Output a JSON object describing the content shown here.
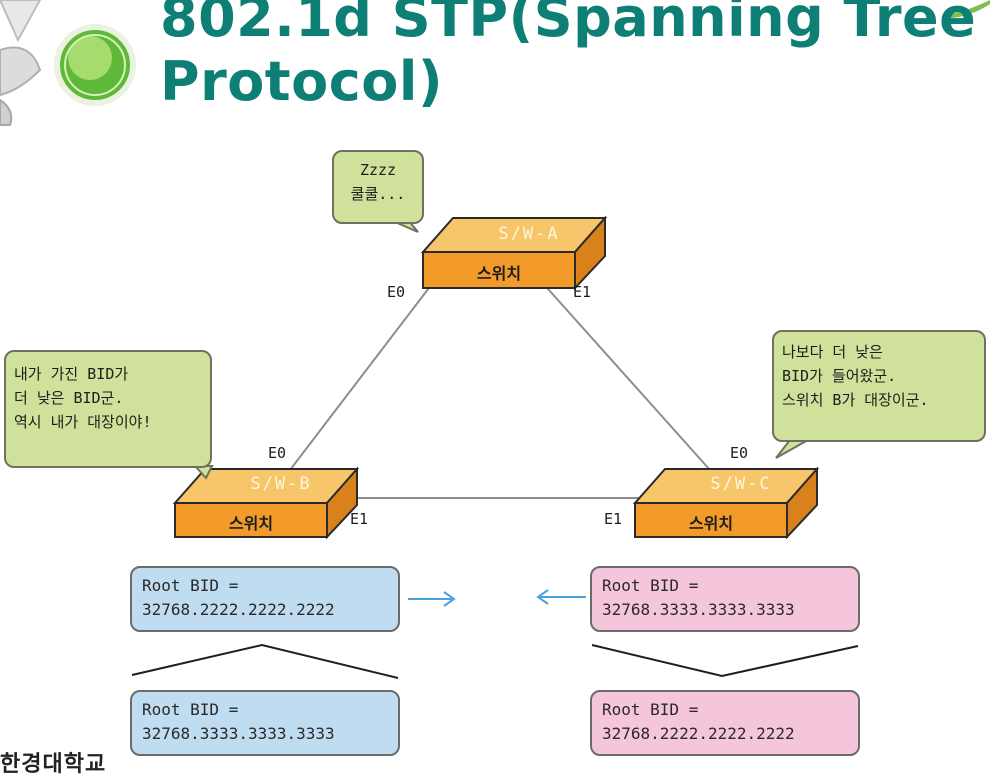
{
  "title": "802.1d STP(Spanning Tree Protocol)",
  "switches": {
    "a": {
      "name": "S/W-A",
      "label": "스위치"
    },
    "b": {
      "name": "S/W-B",
      "label": "스위치"
    },
    "c": {
      "name": "S/W-C",
      "label": "스위치"
    }
  },
  "ports": {
    "a_e0": "E0",
    "a_e1": "E1",
    "b_e0": "E0",
    "b_e1": "E1",
    "c_e0": "E0",
    "c_e1": "E1"
  },
  "bubbles": {
    "a": [
      "Zzzz",
      "쿨쿨..."
    ],
    "b": [
      "내가 가진 BID가",
      "더 낮은 BID군.",
      "역시 내가 대장이야!"
    ],
    "c": [
      "나보다 더 낮은",
      "BID가 들어왔군.",
      "스위치 B가 대장이군."
    ]
  },
  "bid_boxes": {
    "b_before": [
      "Root BID =",
      "32768.2222.2222.2222"
    ],
    "c_before": [
      "Root BID =",
      "32768.3333.3333.3333"
    ],
    "b_after": [
      "Root BID =",
      "32768.3333.3333.3333"
    ],
    "c_after": [
      "Root BID =",
      "32768.2222.2222.2222"
    ]
  },
  "footer": "한경대학교",
  "colors": {
    "title": "#0e7f74",
    "bubble": "#cfe19a",
    "switch_front": "#f29a2a",
    "switch_top": "#f7c56a",
    "switch_side": "#d9821c",
    "bid_blue": "#bfdcf0",
    "bid_pink": "#f5c5dc",
    "arrow": "#4aa3d8"
  }
}
